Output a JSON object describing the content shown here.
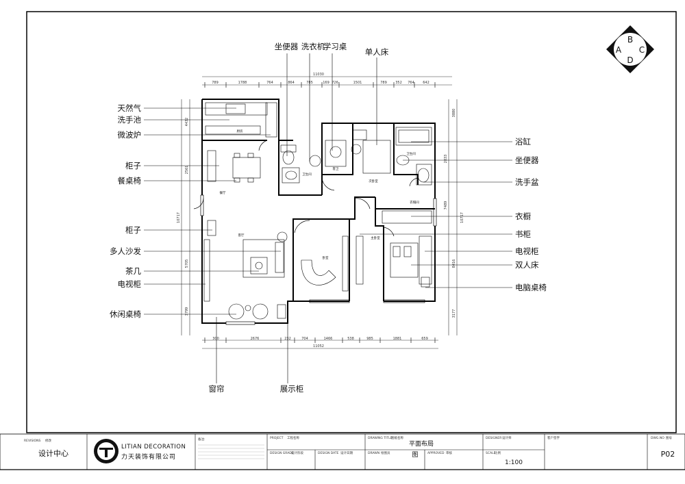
{
  "sheet": {
    "border_color": "#000000",
    "compass": {
      "n": "B",
      "w": "A",
      "e": "C",
      "s": "D"
    }
  },
  "labels": {
    "left": [
      "天然气",
      "洗手池",
      "微波炉",
      "柜子",
      "餐桌椅",
      "柜子",
      "多人沙发",
      "茶几",
      "电视柜",
      "休闲桌椅"
    ],
    "top": [
      "坐便器",
      "洗衣机",
      "学习桌",
      "单人床"
    ],
    "right": [
      "浴缸",
      "坐便器",
      "洗手盆",
      "衣橱",
      "书柜",
      "电视柜",
      "双人床",
      "电脑桌椅"
    ],
    "bottom": [
      "窗帘",
      "展示柜"
    ]
  },
  "dimensions": {
    "top_total": "11030",
    "top_segments": [
      "789",
      "1788",
      "764",
      "864",
      "785",
      "169",
      "726",
      "1501",
      "789",
      "352",
      "764",
      "642"
    ],
    "bottom_total": "11052",
    "bottom_segments": [
      "300",
      "2676",
      "232",
      "704",
      "1466",
      "538",
      "985",
      "1881",
      "659"
    ],
    "left": [
      "4432",
      "2561",
      "10717",
      "5705",
      "3799"
    ],
    "right": [
      "3880",
      "2833",
      "10717",
      "7489",
      "8416",
      "3177"
    ]
  },
  "rooms": {
    "kitchen": "厨房",
    "dining": "餐厅",
    "living": "客厅",
    "bath1": "卫生间",
    "bath2": "卫生间",
    "corridor": "客卫",
    "study": "次卧室",
    "master": "主卧室",
    "bedroom2": "卧室",
    "cloak": "衣帽间"
  },
  "title_block": {
    "revision_label": "REVISIONS",
    "revision_value": "修改",
    "dept": "设计中心",
    "company_en": "LITIAN DECORATION",
    "company_cn": "力天装饰有限公司",
    "notes_label": "备注:",
    "project_label": "PROJECT",
    "project_value": "工程名称",
    "design_grade_label": "DESIGN GRADE",
    "design_grade_value": "设计阶段",
    "design_date_label": "DESIGN DATE",
    "design_date_value": "设计日期",
    "drawing_title_label": "DRAWING TITLE",
    "drawing_title_value": "图纸名称",
    "drawing_name": "平面布局",
    "drawing_name2": "图",
    "drawn_label": "DRAWN",
    "drawn_value": "绘图员",
    "approved_label": "APPROVED",
    "approved_value": "审核",
    "designer_label": "DESIGNER",
    "designer_value": "设计师",
    "scale_label": "SCALE",
    "scale_value": "比例",
    "scale": "1:100",
    "client_label": "客户签字",
    "dwg_label": "DWG.NO",
    "dwg_value": "图号",
    "page_no": "P02"
  }
}
